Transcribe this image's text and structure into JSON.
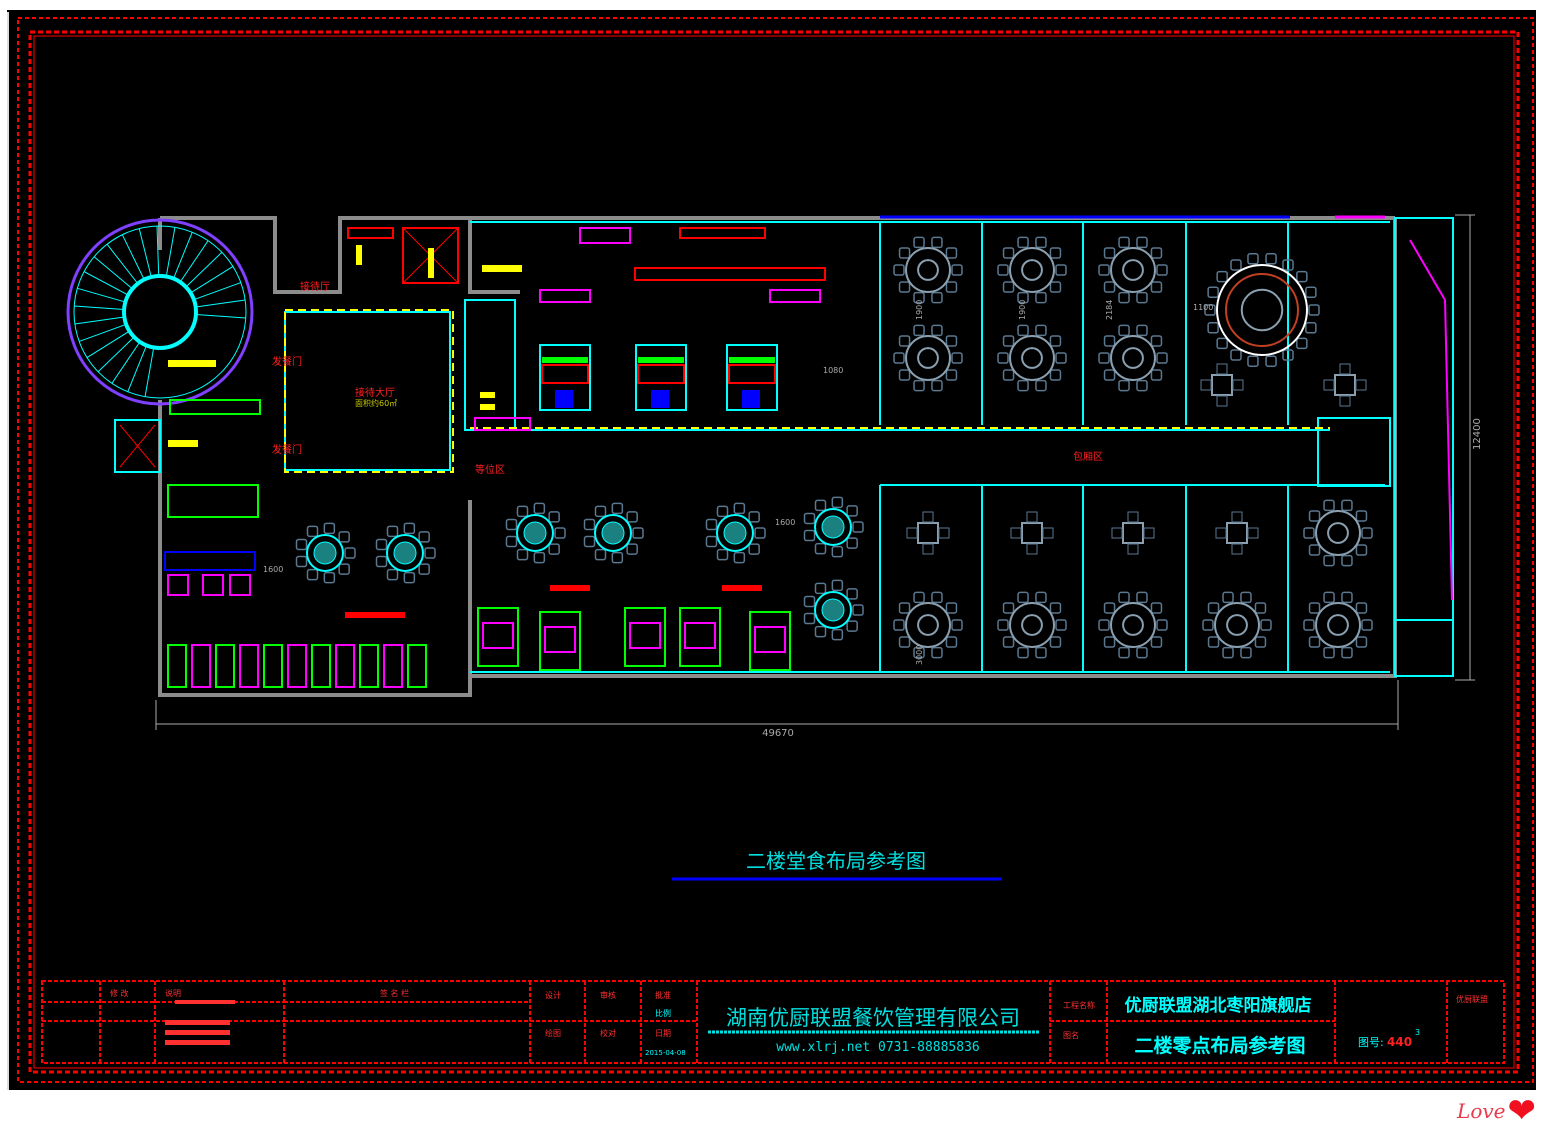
{
  "drawing": {
    "main_title": "二楼堂食布局参考图",
    "overall_width_dim": "49670",
    "overall_height_dim": "12400",
    "room_labels": {
      "reception_hall": "接待大厅",
      "reception_hall_sub": "面积约60㎡",
      "entry_door_1": "发餐门",
      "entry_door_2": "发餐门",
      "waiting": "等位区",
      "lounge": "接待厅",
      "corridor": "包厢区"
    },
    "dimensions": [
      "1600",
      "1600",
      "1080",
      "1900",
      "1900",
      "2184",
      "1100",
      "3000"
    ]
  },
  "title_block": {
    "company_name": "湖南优厨联盟餐饮管理有限公司",
    "company_contact": "www.xlrj.net  0731-88885836",
    "project_name": "优厨联盟湖北枣阳旗舰店",
    "drawing_name": "二楼零点布局参考图",
    "drawing_number_label": "图号:",
    "drawing_number": "440",
    "sheet_index": "3",
    "cells": {
      "revision": "修 改",
      "notes": "说明",
      "signature": "签 名 栏",
      "designer": "设计",
      "checker": "审核",
      "approver": "批准",
      "drawer": "绘图",
      "proofreader": "校对",
      "date_label": "日期",
      "scale": "比例",
      "date": "2015-04-08",
      "project_label": "工程名称",
      "drawing_label": "图名",
      "company_stamp": "优厨联盟"
    }
  },
  "watermark": {
    "text": "Love"
  },
  "colors": {
    "frame": "#ff0000",
    "wall": "#8c8c8c",
    "cyan": "#00ffff",
    "green": "#00ff00",
    "magenta": "#ff00ff",
    "yellow": "#ffff00",
    "blue": "#0000ff"
  }
}
